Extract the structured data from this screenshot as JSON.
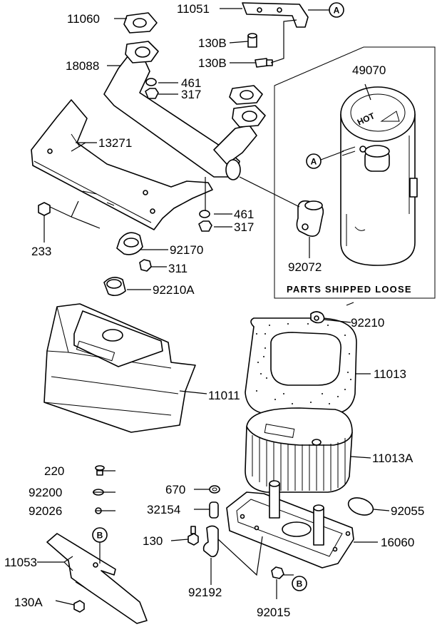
{
  "labels": {
    "p11060": "11060",
    "p11051": "11051",
    "p130b_a": "130B",
    "p130b_b": "130B",
    "p18088": "18088",
    "p461_a": "461",
    "p317_a": "317",
    "p49070": "49070",
    "p13271": "13271",
    "p233": "233",
    "p461_b": "461",
    "p317_b": "317",
    "p92170": "92170",
    "p311": "311",
    "p92072": "92072",
    "p92210a": "92210A",
    "p92210": "92210",
    "p11013": "11013",
    "p11011": "11011",
    "p11013a": "11013A",
    "p220": "220",
    "p92200": "92200",
    "p92026": "92026",
    "p670": "670",
    "p32154": "32154",
    "p92055": "92055",
    "p130": "130",
    "p16060": "16060",
    "p11053": "11053",
    "p92192": "92192",
    "p130a": "130A",
    "p92015": "92015"
  },
  "markers": {
    "a_top": "A",
    "a_box": "A",
    "b_left": "B",
    "b_right": "B"
  },
  "caption": "PARTS SHIPPED LOOSE",
  "decals": {
    "hot": "HOT"
  }
}
